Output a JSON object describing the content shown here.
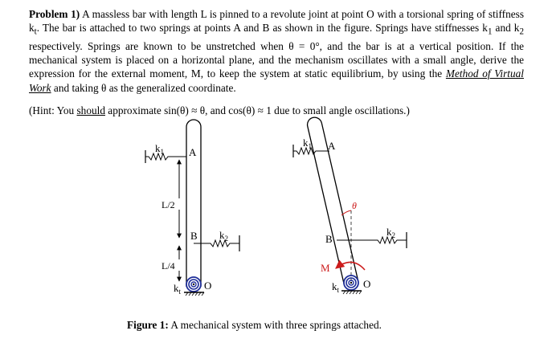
{
  "problem": {
    "heading": "Problem 1)",
    "p1": " A massless bar with length L is pinned to a revolute joint at point O with a torsional spring of stiffness k",
    "sub_t": "t",
    "p2": ". The bar is attached to two springs at points A and B as shown in the figure. Springs have stiffnesses k",
    "sub_1": "1",
    "p3": " and k",
    "sub_2": "2",
    "p4": " respectively. Springs are known to be unstretched when θ = 0°, and the bar is at a vertical position. If the mechanical system is placed on a horizontal plane, and the mechanism oscillates with a small angle, derive the expression for the external moment, M, to keep the system at static equilibrium, by using the ",
    "method": "Method of Virtual Work",
    "p5": " and taking θ as the generalized coordinate."
  },
  "hint": {
    "h1": "(Hint: You ",
    "should": "should",
    "h2": " approximate sin(θ) ≈ θ, and cos(θ) ≈ 1 due to small angle oscillations.)"
  },
  "figure": {
    "left": {
      "k1": "k",
      "k1_sub": "1",
      "point_a": "A",
      "point_b": "B",
      "k2": "k",
      "k2_sub": "2",
      "dim_upper": "L/2",
      "dim_lower": "L/4",
      "kt": "k",
      "kt_sub": "t",
      "point_o": "O"
    },
    "right": {
      "k1": "k",
      "k1_sub": "1",
      "point_a": "A",
      "theta": "θ",
      "point_b": "B",
      "k2": "k",
      "k2_sub": "2",
      "moment": "M",
      "kt": "k",
      "kt_sub": "t",
      "point_o": "O"
    },
    "caption_label": "Figure 1:",
    "caption_text": " A mechanical system with three springs attached.",
    "colors": {
      "spring_coil": "#1f2f9a",
      "moment_arrow": "#cc1b1b",
      "theta_mark": "#cc1b1b"
    }
  }
}
